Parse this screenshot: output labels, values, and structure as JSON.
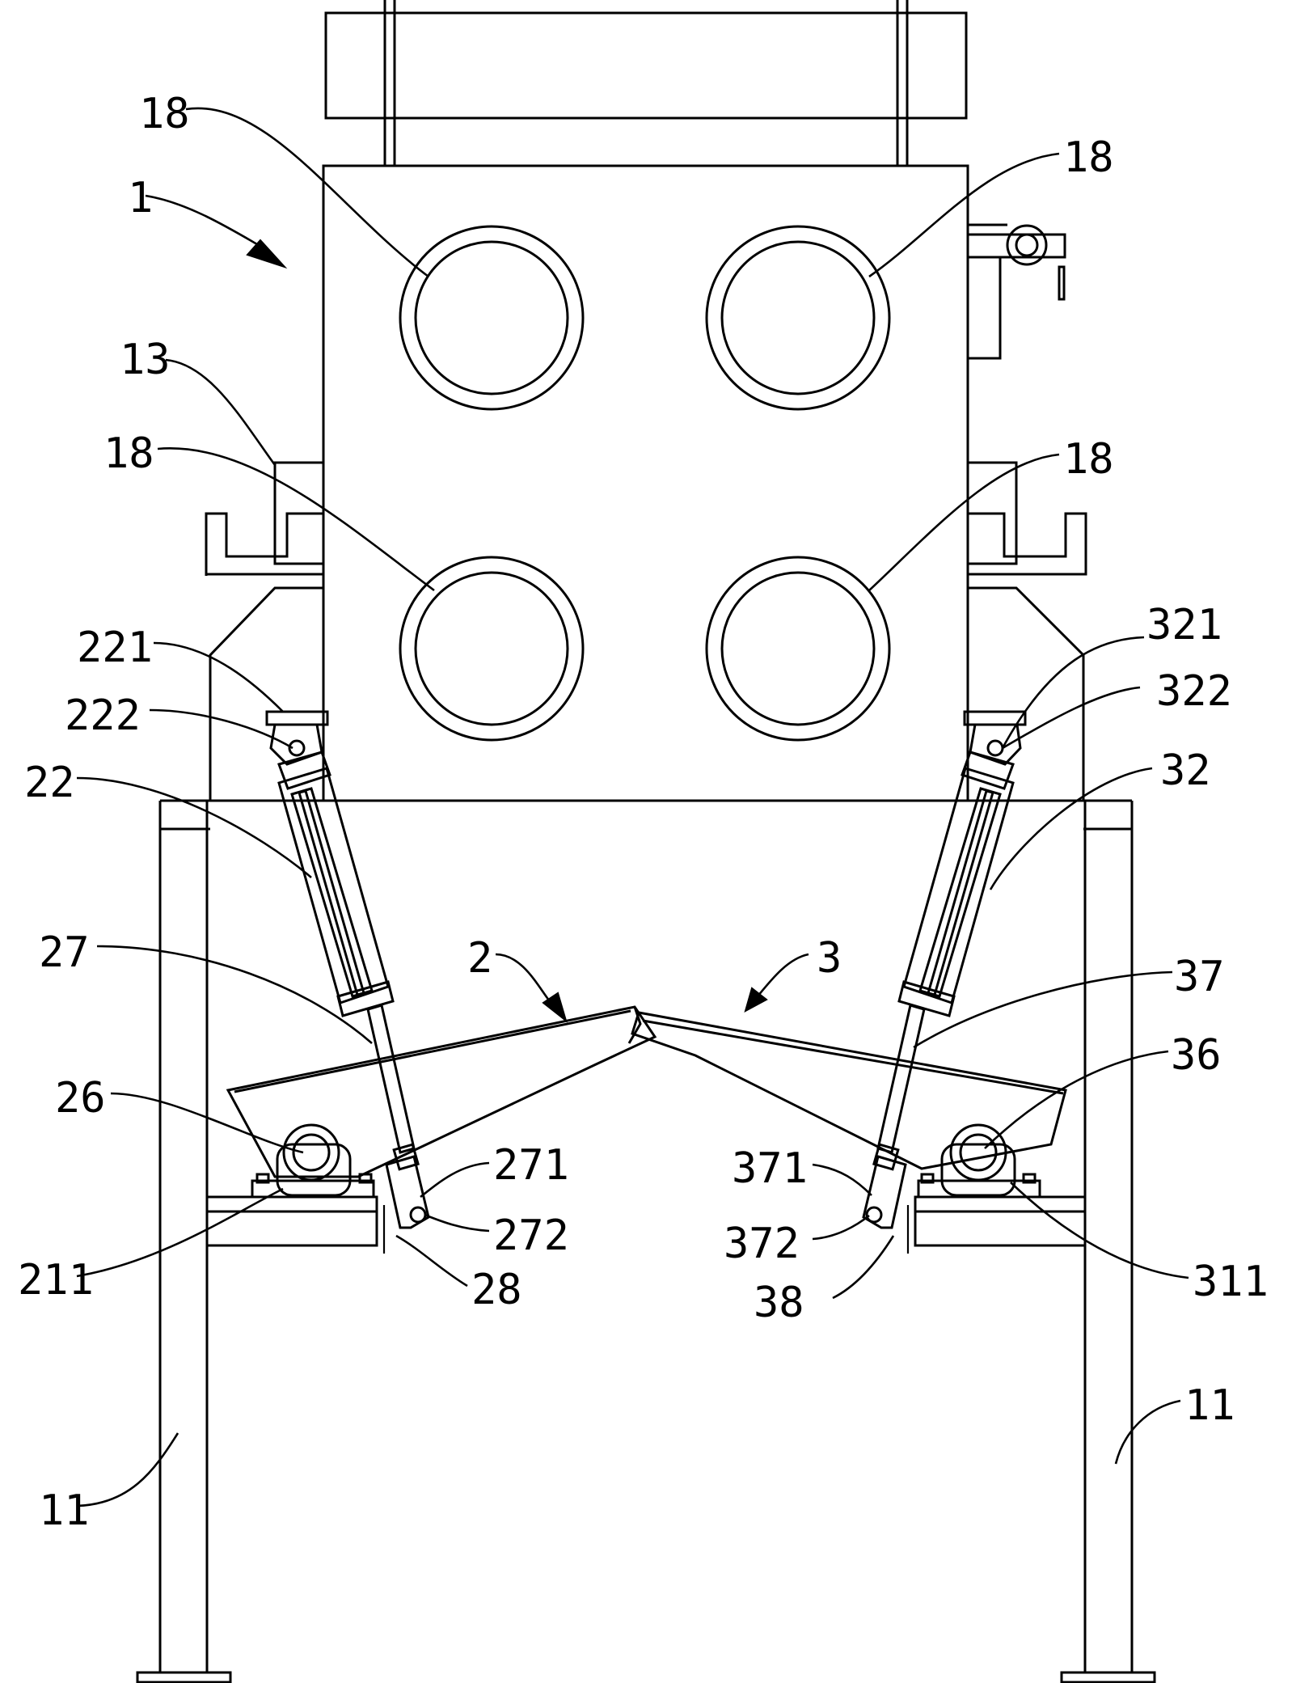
{
  "labels": {
    "l1": "1",
    "l18_tl": "18",
    "l18_tr": "18",
    "l18_ml": "18",
    "l18_mr": "18",
    "l13": "13",
    "l221": "221",
    "l222": "222",
    "l22": "22",
    "l27": "27",
    "l2": "2",
    "l3": "3",
    "l26": "26",
    "l271": "271",
    "l272": "272",
    "l211": "211",
    "l28": "28",
    "l321": "321",
    "l322": "322",
    "l32": "32",
    "l37": "37",
    "l36": "36",
    "l371": "371",
    "l372": "372",
    "l38": "38",
    "l311": "311",
    "l11_left": "11",
    "l11_right": "11"
  }
}
